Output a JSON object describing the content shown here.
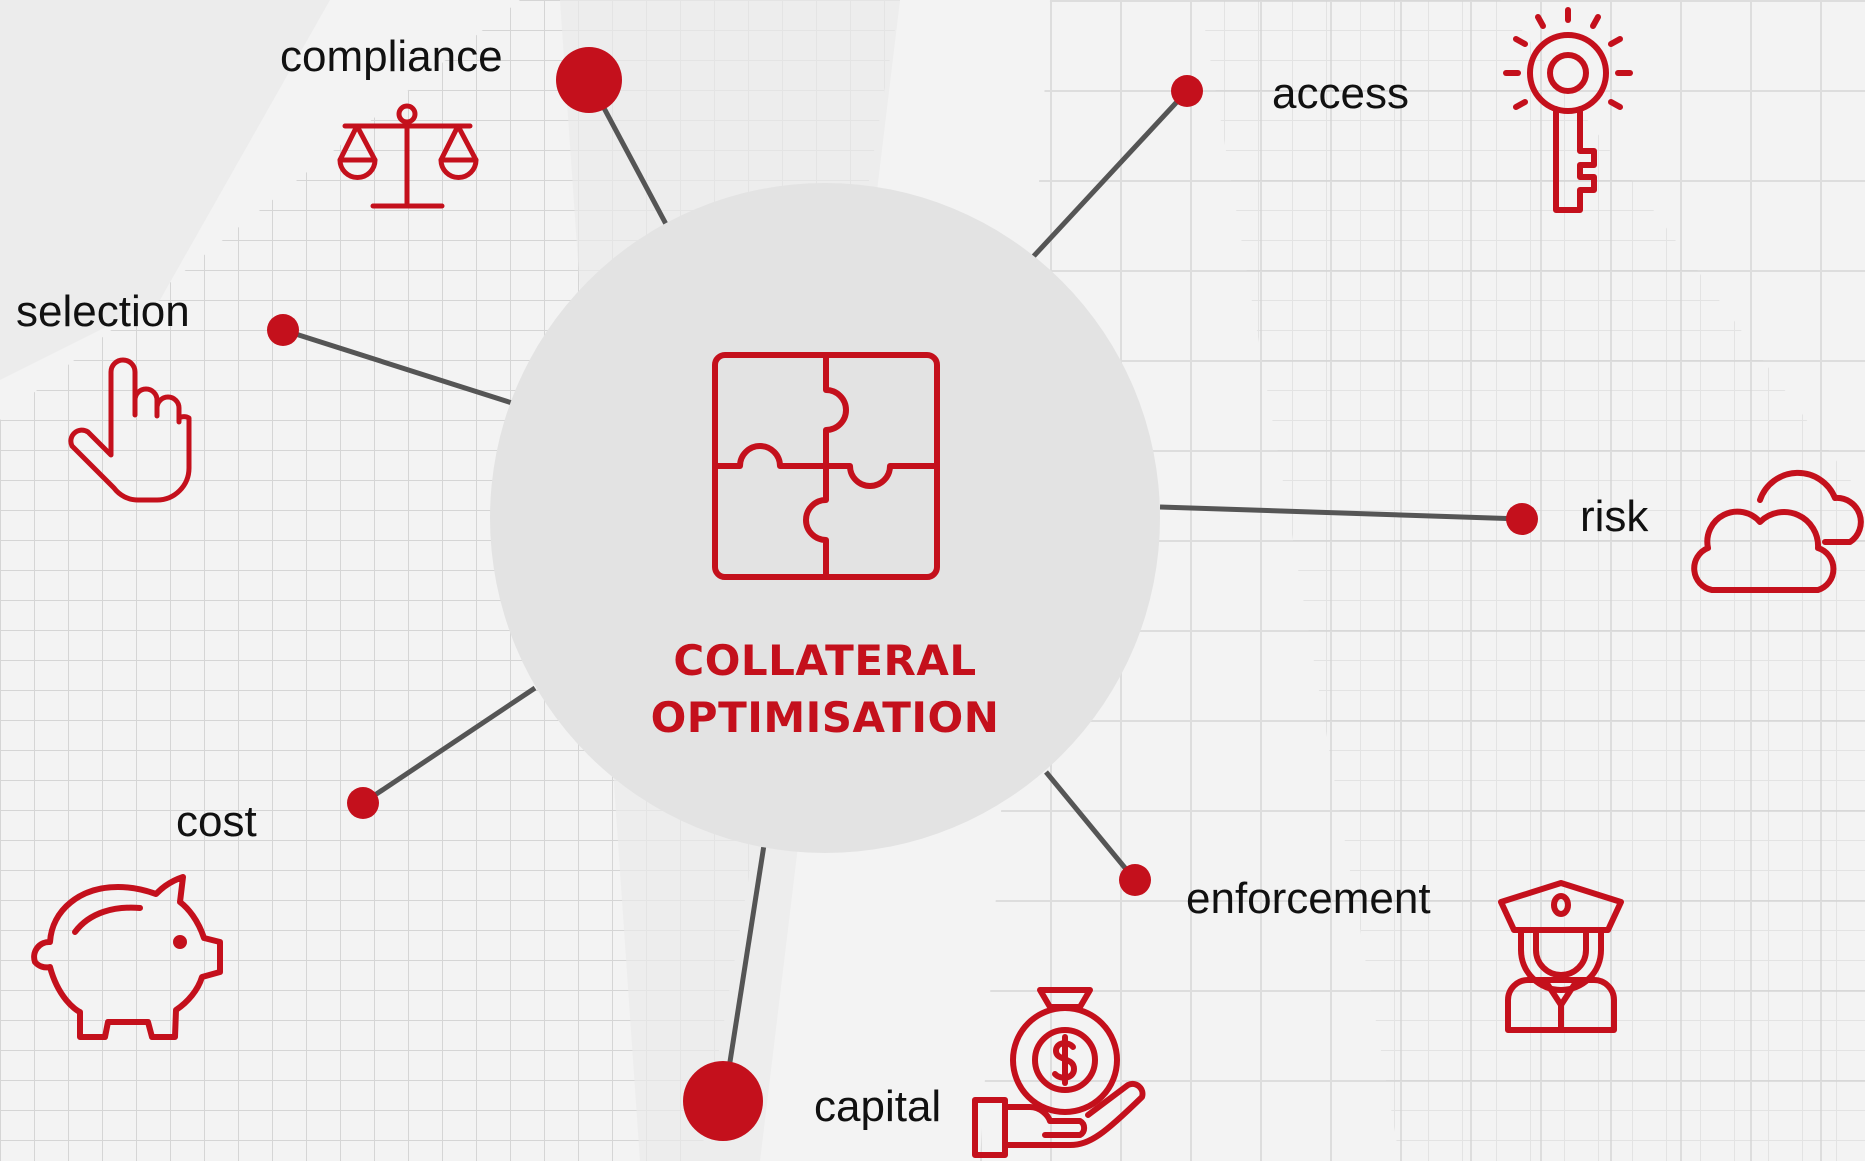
{
  "hub": {
    "title_line1": "COLLATERAL",
    "title_line2": "OPTIMISATION",
    "icon": "puzzle-icon"
  },
  "nodes": [
    {
      "id": "compliance",
      "label": "compliance",
      "icon": "balance-scale-icon"
    },
    {
      "id": "access",
      "label": "access",
      "icon": "key-icon"
    },
    {
      "id": "selection",
      "label": "selection",
      "icon": "pointing-hand-icon"
    },
    {
      "id": "risk",
      "label": "risk",
      "icon": "cloud-icon"
    },
    {
      "id": "cost",
      "label": "cost",
      "icon": "piggy-bank-icon"
    },
    {
      "id": "enforcement",
      "label": "enforcement",
      "icon": "police-officer-icon"
    },
    {
      "id": "capital",
      "label": "capital",
      "icon": "money-bag-hand-icon"
    }
  ],
  "colors": {
    "accent": "#c4101c",
    "hub_fill": "#e3e3e3",
    "connector": "#555555",
    "background": "#f4f4f4"
  }
}
